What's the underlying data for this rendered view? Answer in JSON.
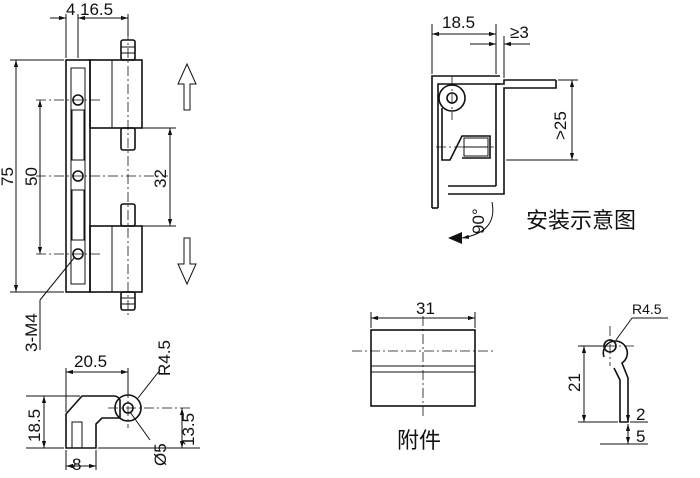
{
  "front_view": {
    "dim_top_a": "4",
    "dim_top_b": "16.5",
    "dim_left_overall": "75",
    "dim_left_inner": "50",
    "dim_center": "32",
    "note_holes": "3-M4"
  },
  "side_view": {
    "dim_width": "20.5",
    "dim_height": "18.5",
    "dim_radius": "R4.5",
    "dim_hole": "Ø5",
    "dim_axis_height": "13.5",
    "dim_base": "8"
  },
  "install_view": {
    "dim_width": "18.5",
    "dim_gap": "≥3",
    "dim_depth": ">25",
    "dim_angle": "90°",
    "caption": "安装示意图"
  },
  "accessory_block": {
    "dim_width": "31",
    "caption": "附件"
  },
  "accessory_clip": {
    "dim_radius": "R4.5",
    "dim_height": "21",
    "dim_thickness": "2",
    "dim_offset": "5"
  }
}
